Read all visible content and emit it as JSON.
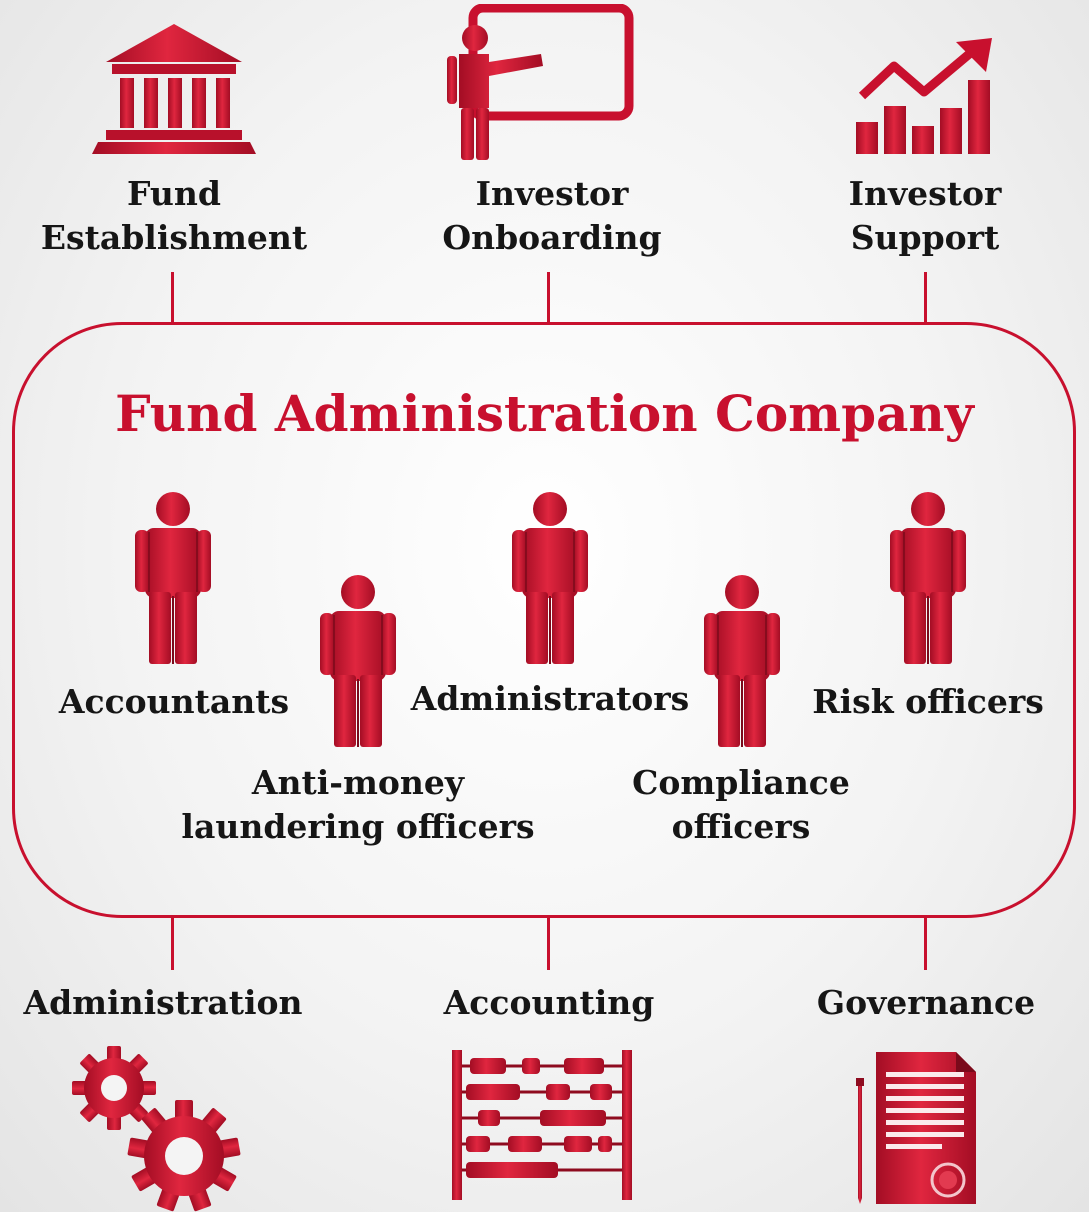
{
  "colors": {
    "accent": "#c8102e",
    "accent_dark": "#9e0d22",
    "text": "#161616",
    "background": "#f2f2f2"
  },
  "top_services": [
    {
      "label": "Fund\nEstablishment",
      "icon": "bank-building-icon"
    },
    {
      "label": "Investor\nOnboarding",
      "icon": "presenter-board-icon"
    },
    {
      "label": "Investor\nSupport",
      "icon": "growth-chart-icon"
    }
  ],
  "company": {
    "title": "Fund Administration Company",
    "roles": [
      {
        "label": "Accountants",
        "icon": "person-icon"
      },
      {
        "label": "Anti-money\nlaundering officers",
        "icon": "person-icon"
      },
      {
        "label": "Administrators",
        "icon": "person-icon"
      },
      {
        "label": "Compliance\nofficers",
        "icon": "person-icon"
      },
      {
        "label": "Risk officers",
        "icon": "person-icon"
      }
    ]
  },
  "bottom_services": [
    {
      "label": "Administration",
      "icon": "gears-icon"
    },
    {
      "label": "Accounting",
      "icon": "abacus-icon"
    },
    {
      "label": "Governance",
      "icon": "document-pen-icon"
    }
  ]
}
